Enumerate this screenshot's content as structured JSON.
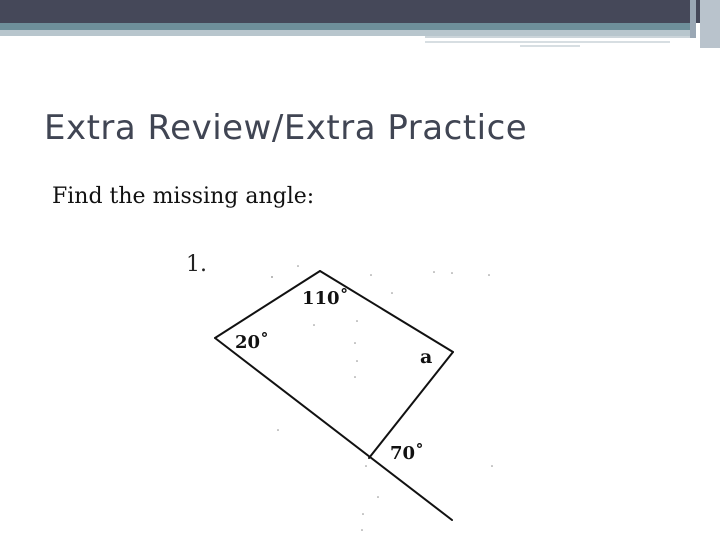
{
  "slide": {
    "title": "Extra Review/Extra Practice",
    "instruction": "Find the missing angle:"
  },
  "figure": {
    "problem_number": "1.",
    "angle_labels": {
      "top": "110˚",
      "left": "20˚",
      "unknown": "a",
      "bottom": "70˚"
    }
  },
  "colors": {
    "header_dark": "#454859",
    "header_light": "#9aa7b4",
    "title_text": "#404553",
    "body_text": "#111111",
    "line": "#111111"
  }
}
